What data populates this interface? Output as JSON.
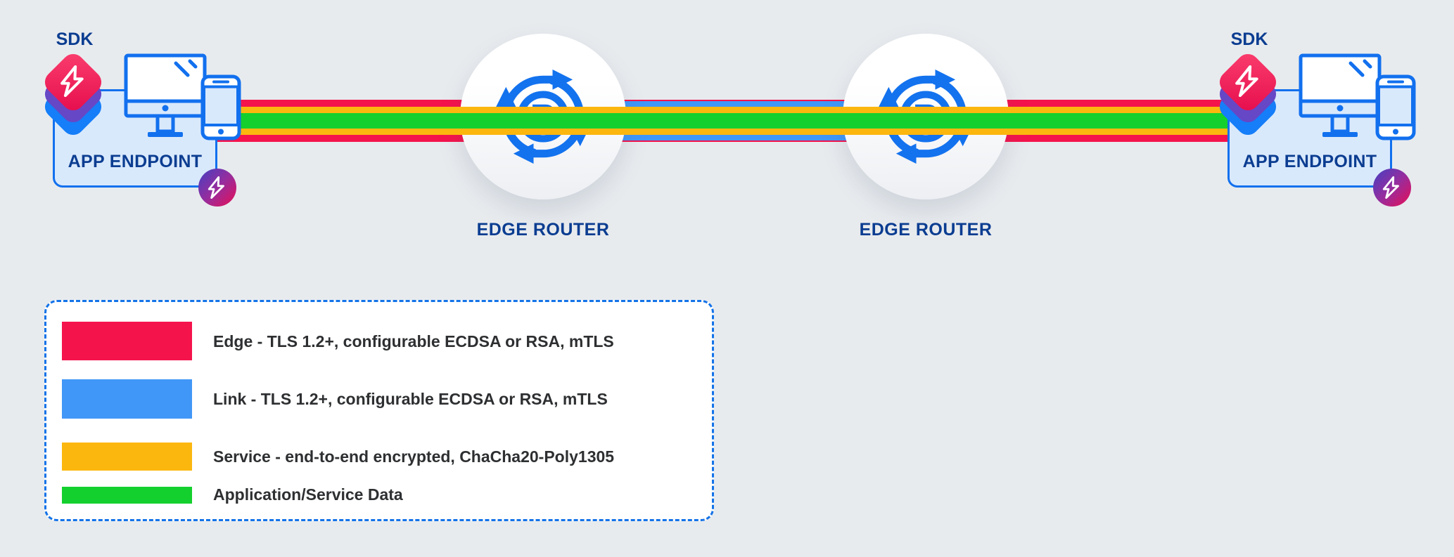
{
  "colors": {
    "background": "#e8ebee",
    "edge_red": "#f5134c",
    "link_blue": "#4197f7",
    "service_yellow": "#fcb70f",
    "data_green": "#14d02e",
    "icon_blue": "#1270ee",
    "label_blue": "#0b3d91",
    "endpoint_box_fill": "#d9e9fc",
    "legend_border_blue": "#1473e8",
    "legend_text": "#2d2f31"
  },
  "endpoints": {
    "left": {
      "sdk": "SDK",
      "label": "APP ENDPOINT"
    },
    "right": {
      "sdk": "SDK",
      "label": "APP ENDPOINT"
    }
  },
  "routers": {
    "left": {
      "label": "EDGE ROUTER"
    },
    "right": {
      "label": "EDGE ROUTER"
    }
  },
  "lines": {
    "edge": {
      "name": "Edge",
      "color": "#f5134c"
    },
    "link": {
      "name": "Link",
      "color": "#4197f7"
    },
    "service": {
      "name": "Service",
      "color": "#fcb70f"
    },
    "data": {
      "name": "Application/Service Data",
      "color": "#14d02e"
    }
  },
  "legend": {
    "items": [
      {
        "id": "edge",
        "color": "#f5134c",
        "label": "Edge - TLS 1.2+, configurable ECDSA or RSA, mTLS"
      },
      {
        "id": "link",
        "color": "#4197f7",
        "label": "Link - TLS 1.2+, configurable ECDSA or RSA, mTLS"
      },
      {
        "id": "service",
        "color": "#fcb70f",
        "label": "Service - end-to-end encrypted, ChaCha20-Poly1305"
      },
      {
        "id": "data",
        "color": "#14d02e",
        "label": "Application/Service Data"
      }
    ]
  }
}
